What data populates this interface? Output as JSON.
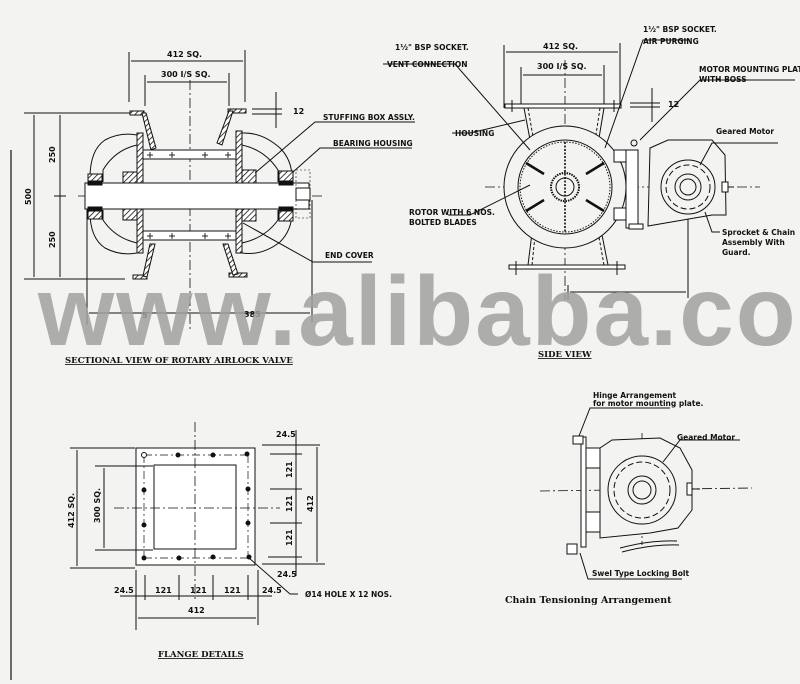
{
  "watermark": "www.alibaba.com",
  "sectional_view": {
    "title": "SECTIONAL VIEW OF ROTARY AIRLOCK VALVE",
    "dims": {
      "flange_outer": "412 SQ.",
      "inlet_inner": "300 I/S SQ.",
      "flange_thk": "12",
      "overall_height": "500",
      "upper_half": "250",
      "lower_half": "250",
      "left_len": "5",
      "right_len": "385"
    },
    "labels": {
      "stuffing_box": "STUFFING BOX ASSLY.",
      "bearing_housing": "BEARING HOUSING",
      "end_cover": "END COVER"
    }
  },
  "side_view": {
    "title": "SIDE VIEW",
    "dims": {
      "flange_outer": "412 SQ.",
      "inlet_inner": "300 I/S SQ.",
      "plate_thk": "12"
    },
    "labels": {
      "vent_socket": "1½\" BSP SOCKET.",
      "vent_connection": "VENT CONNECTION",
      "air_socket": "1½\" BSP SOCKET.",
      "air_purging": "AIR PURGING",
      "motor_plate_1": "MOTOR MOUNTING PLATE",
      "motor_plate_2": "WITH BOSS",
      "housing": "HOUSING",
      "rotor_1": "ROTOR WITH 6 NOS.",
      "rotor_2": "BOLTED BLADES",
      "geared_motor": "Geared Motor",
      "sprocket_1": "Sprocket & Chain",
      "sprocket_2": "Assembly With",
      "sprocket_3": "Guard."
    }
  },
  "flange_details": {
    "title": "FLANGE DETAILS",
    "dims": {
      "outer_sq": "412 SQ.",
      "inner_sq": "300 SQ.",
      "edge_top": "24.5",
      "edge_bottom": "24.5",
      "edge_left": "24.5",
      "edge_right": "24.5",
      "pitch": [
        "121",
        "121",
        "121"
      ],
      "pitch_v": [
        "121",
        "121",
        "121"
      ],
      "overall_h": "412",
      "overall_w": "412"
    },
    "holes": "Ø14 HOLE X 12 NOS."
  },
  "chain_tensioning": {
    "title": "Chain Tensioning Arrangement",
    "labels": {
      "hinge_1": "Hinge Arrangement",
      "hinge_2": "for motor mounting plate.",
      "geared_motor": "Geared Motor",
      "locking_bolt": "Swel Type Locking Bolt"
    }
  }
}
